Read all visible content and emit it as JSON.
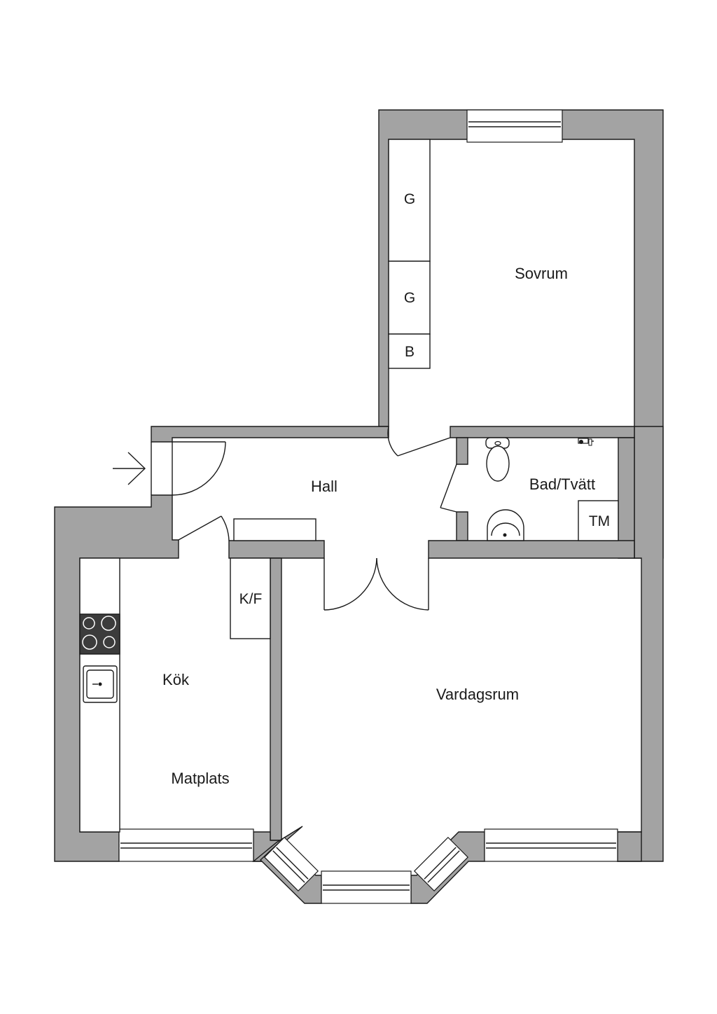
{
  "rooms": {
    "sovrum": "Sovrum",
    "hall": "Hall",
    "bad": "Bad/Tvätt",
    "kok": "Kök",
    "matplats": "Matplats",
    "vardagsrum": "Vardagsrum"
  },
  "fixtures": {
    "wardrobe_1": "G",
    "wardrobe_2": "G",
    "wardrobe_3": "B",
    "fridge": "K/F",
    "washer": "TM"
  },
  "icons": {
    "entrance": "entrance-arrow-icon",
    "stove": "stove-icon",
    "sink": "kitchen-sink-icon",
    "toilet": "toilet-icon",
    "washbasin": "washbasin-icon",
    "shower": "shower-tap-icon"
  },
  "colors": {
    "wall": "#a3a3a3",
    "line": "#1a1a1a",
    "floor": "#ffffff",
    "stove": "#3c3c3c"
  }
}
